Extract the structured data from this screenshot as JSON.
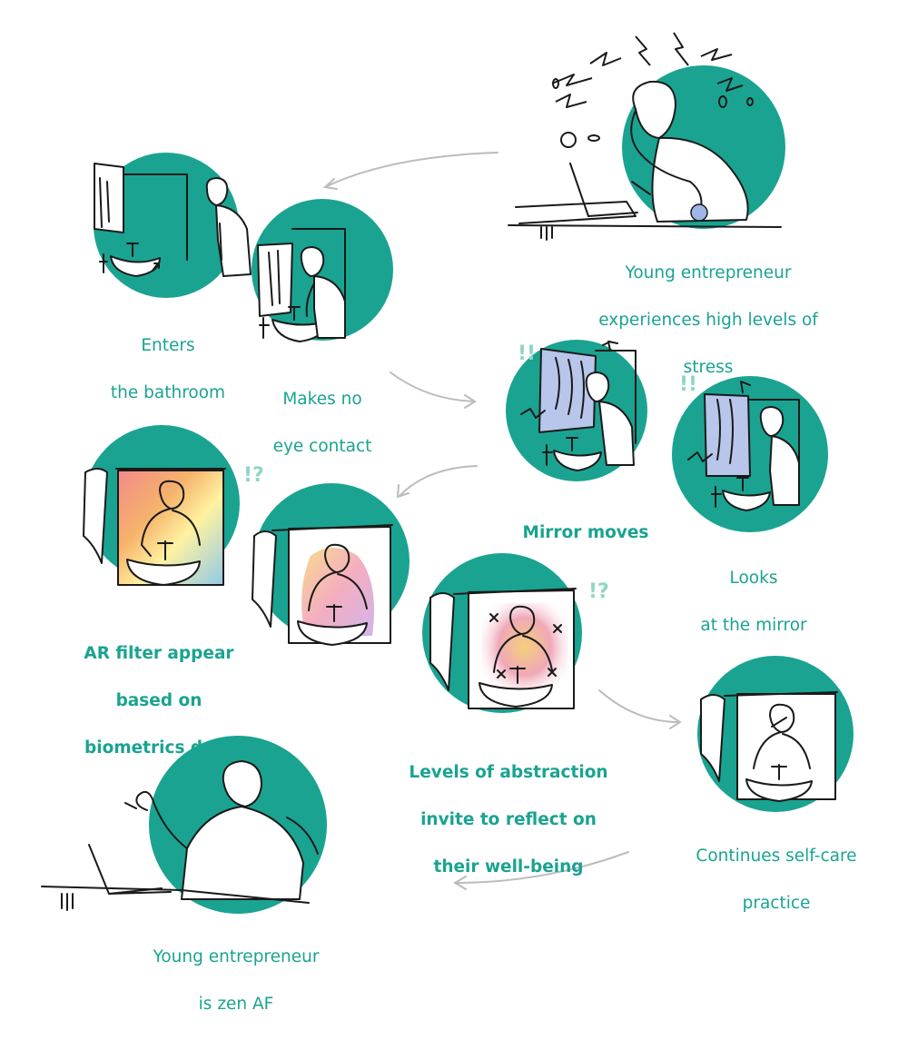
{
  "colors": {
    "accent": "#1aa391",
    "line": "#1a1a1a",
    "arrow": "#bcbcbc",
    "mirror": "#b7c6ea"
  },
  "steps": [
    {
      "caption": [
        "Young entrepreneur",
        "experiences high levels of",
        "stress"
      ],
      "bold": false
    },
    {
      "caption": [
        "Enters",
        "the bathroom"
      ],
      "bold": false
    },
    {
      "caption": [
        "Makes no",
        "eye contact"
      ],
      "bold": false
    },
    {
      "caption": [
        "Mirror moves"
      ],
      "bold": true
    },
    {
      "caption": [
        "Looks",
        "at the mirror"
      ],
      "bold": false
    },
    {
      "caption": [
        "AR filter appear",
        "based on",
        "biometrics data"
      ],
      "bold": true
    },
    {
      "caption": [
        "Levels of abstraction",
        "invite to reflect on",
        "their well-being"
      ],
      "bold": true
    },
    {
      "caption": [
        "Continues self-care",
        "practice"
      ],
      "bold": false
    },
    {
      "caption": [
        "Young entrepreneur",
        "is zen AF"
      ],
      "bold": false
    }
  ],
  "marks": {
    "double_exclaim": "!!",
    "interrobang": "!?"
  }
}
